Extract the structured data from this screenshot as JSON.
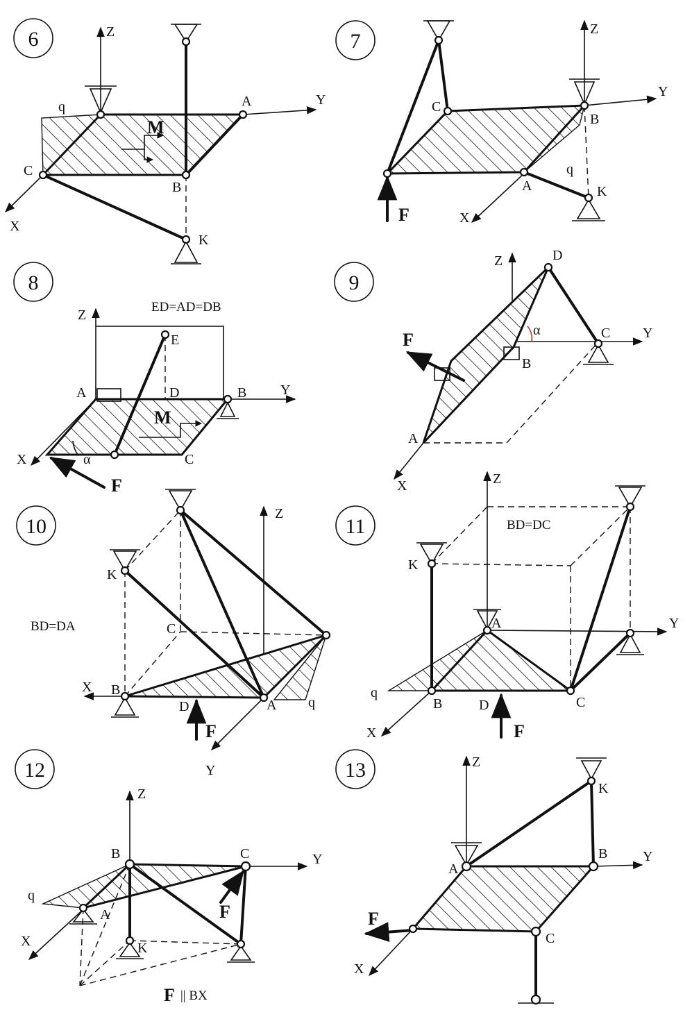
{
  "diagrams": [
    {
      "number": "6",
      "labels": {
        "z": "Z",
        "y": "Y",
        "x": "X",
        "a": "A",
        "b": "B",
        "c": "C",
        "k": "K",
        "q": "q",
        "m": "M"
      }
    },
    {
      "number": "7",
      "labels": {
        "z": "Z",
        "y": "Y",
        "x": "X",
        "a": "A",
        "b": "B",
        "c": "C",
        "k": "K",
        "q": "q",
        "f": "F"
      }
    },
    {
      "number": "8",
      "labels": {
        "z": "Z",
        "y": "Y",
        "x": "X",
        "a": "A",
        "b": "B",
        "c": "C",
        "d": "D",
        "e": "E",
        "m": "M",
        "f": "F",
        "alpha": "α"
      },
      "note": "ED=AD=DB"
    },
    {
      "number": "9",
      "labels": {
        "z": "Z",
        "y": "Y",
        "x": "X",
        "a": "A",
        "b": "B",
        "c": "C",
        "d": "D",
        "f": "F",
        "alpha": "α"
      }
    },
    {
      "number": "10",
      "labels": {
        "z": "Z",
        "y": "Y",
        "x": "X",
        "a": "A",
        "b": "B",
        "c": "C",
        "d": "D",
        "k": "K",
        "q": "q",
        "f": "F"
      },
      "note": "BD=DA"
    },
    {
      "number": "11",
      "labels": {
        "z": "Z",
        "y": "Y",
        "x": "X",
        "a": "A",
        "b": "B",
        "c": "C",
        "d": "D",
        "k": "K",
        "q": "q",
        "f": "F"
      },
      "note": "BD=DC"
    },
    {
      "number": "12",
      "labels": {
        "z": "Z",
        "y": "Y",
        "x": "X",
        "a": "A",
        "b": "B",
        "c": "C",
        "k": "K",
        "q": "q",
        "f": "F"
      },
      "note_f": "F",
      "note_rest": "|| BX"
    },
    {
      "number": "13",
      "labels": {
        "z": "Z",
        "y": "Y",
        "x": "X",
        "a": "A",
        "b": "B",
        "c": "C",
        "k": "K",
        "f": "F"
      }
    }
  ]
}
